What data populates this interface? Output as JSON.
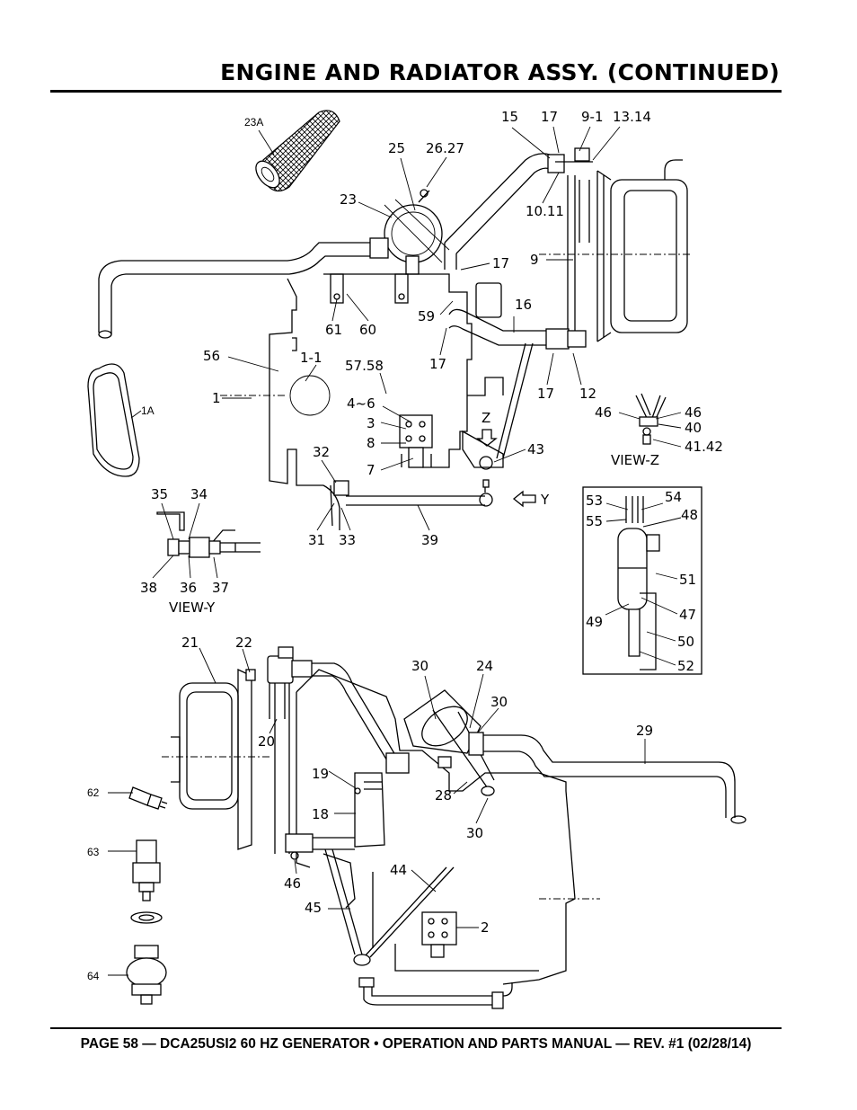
{
  "header": {
    "title": "ENGINE AND RADIATOR ASSY. (CONTINUED)"
  },
  "footer": {
    "text": "PAGE 58 — DCA25USI2 60 HZ GENERATOR • OPERATION AND PARTS MANUAL — REV. #1 (02/28/14)"
  },
  "diagram": {
    "labels": {
      "l23A": "23A",
      "l15": "15",
      "l17a": "17",
      "l9_1": "9-1",
      "l13_14": "13.14",
      "l25": "25",
      "l26_27": "26.27",
      "l23": "23",
      "l10_11": "10.11",
      "l9": "9",
      "l17b": "17",
      "l61": "61",
      "l60": "60",
      "l59": "59",
      "l16": "16",
      "l56": "56",
      "l1_1": "1-1",
      "l57_58": "57.58",
      "l17c": "17",
      "l17d": "17",
      "l12": "12",
      "l1": "1",
      "l4_6": "4~6",
      "l3": "3",
      "l8": "8",
      "l7": "7",
      "lZ": "Z",
      "l43": "43",
      "l46a": "46",
      "l46b": "46",
      "l40": "40",
      "l41_42": "41.42",
      "view_z": "VIEW-Z",
      "l1A": "1A",
      "l32": "32",
      "l35": "35",
      "l34": "34",
      "lY": "Y",
      "l31": "31",
      "l33": "33",
      "l39": "39",
      "l38": "38",
      "l36": "36",
      "l37": "37",
      "view_y": "VIEW-Y",
      "l53": "53",
      "l54": "54",
      "l55": "55",
      "l48": "48",
      "l51": "51",
      "l47": "47",
      "l49": "49",
      "l50": "50",
      "l52": "52",
      "l21": "21",
      "l22": "22",
      "l30a": "30",
      "l24": "24",
      "l30b": "30",
      "l29": "29",
      "l20": "20",
      "l19": "19",
      "l18": "18",
      "l28": "28",
      "l30c": "30",
      "l62": "62",
      "l63": "63",
      "l64": "64",
      "l46c": "46",
      "l44": "44",
      "l45": "45",
      "l2": "2"
    }
  }
}
